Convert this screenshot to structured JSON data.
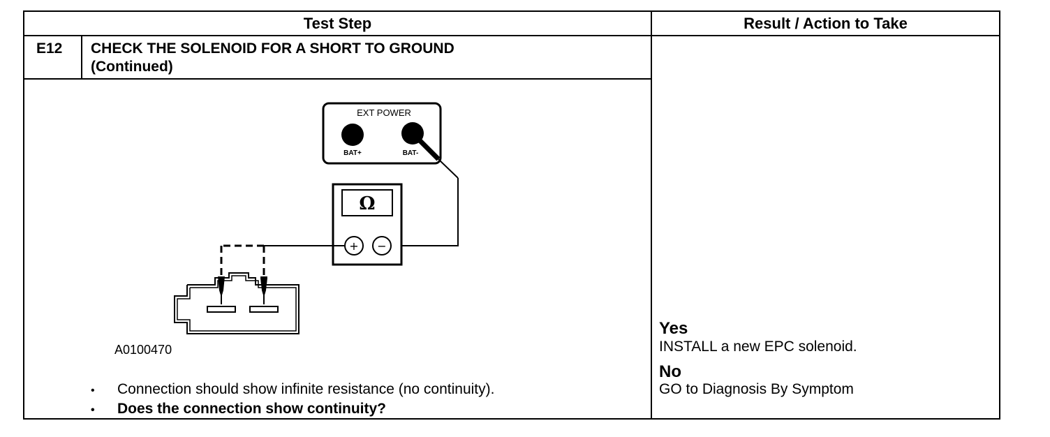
{
  "header": {
    "test_step": "Test Step",
    "result_action": "Result / Action to Take"
  },
  "step": {
    "id": "E12",
    "title_line1": "CHECK THE SOLENOID FOR A SHORT TO GROUND",
    "title_line2": "(Continued)"
  },
  "figure": {
    "ext_power_label": "EXT POWER",
    "bat_plus_label": "BAT+",
    "bat_minus_label": "BAT-",
    "meter_symbol": "Ω",
    "probe_plus": "+",
    "probe_minus": "−",
    "figure_id": "A0100470"
  },
  "bullets": [
    "Connection should show infinite resistance (no continuity).",
    "Does the connection show continuity?"
  ],
  "results": {
    "yes_label": "Yes",
    "yes_action": "INSTALL a new EPC solenoid.",
    "no_label": "No",
    "no_action": "GO to Diagnosis By Symptom"
  }
}
